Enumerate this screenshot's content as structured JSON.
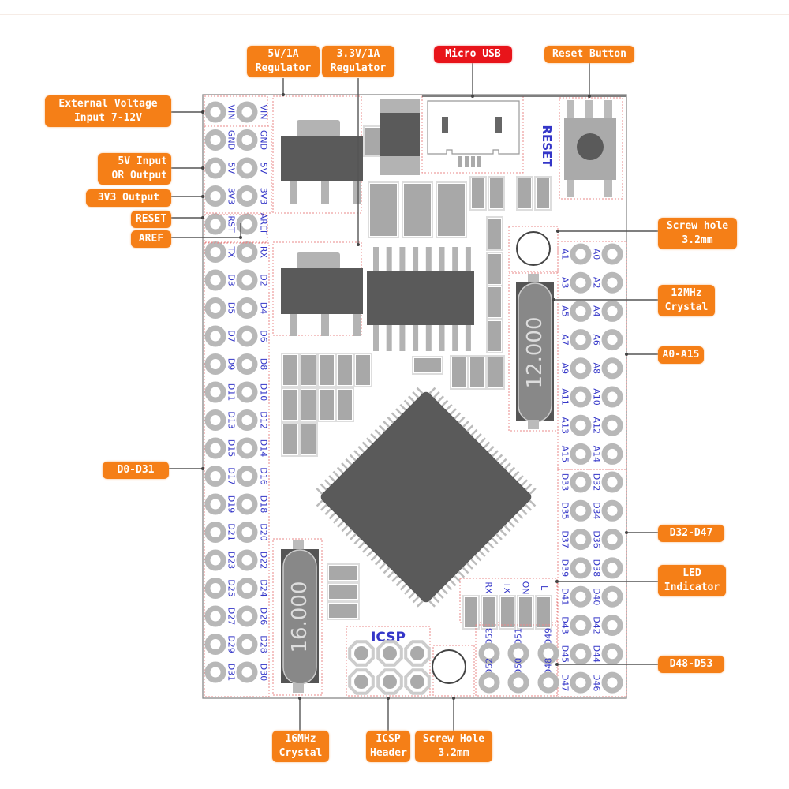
{
  "title": "Board pinout diagram",
  "colors": {
    "callout": "#f57f17",
    "callout_usb": "#e8141a",
    "pin_label": "#3436c8",
    "pad": "#b8b8b8",
    "chip_dark": "#5a5a5a",
    "component_mid": "#a8a8a8",
    "outline_dotted": "#e88a8a"
  },
  "callouts": {
    "ext_voltage": [
      "External Voltage",
      "Input 7-12V"
    ],
    "v5_io": [
      "5V Input",
      "OR Output"
    ],
    "v3v3_out": [
      "3V3 Output"
    ],
    "reset": [
      "RESET"
    ],
    "aref": [
      "AREF"
    ],
    "d0_d31": [
      "D0-D31"
    ],
    "reg_5v": [
      "5V/1A",
      "Regulator"
    ],
    "reg_3v3": [
      "3.3V/1A",
      "Regulator"
    ],
    "micro_usb": [
      "Micro USB"
    ],
    "reset_button": [
      "Reset Button"
    ],
    "screw_hole_top": [
      "Screw hole",
      "3.2mm"
    ],
    "crystal_12": [
      "12MHz",
      "Crystal"
    ],
    "a0_a15": [
      "A0-A15"
    ],
    "d32_d47": [
      "D32-D47"
    ],
    "led_indicator": [
      "LED",
      "Indicator"
    ],
    "d48_d53": [
      "D48-D53"
    ],
    "crystal_16": [
      "16MHz",
      "Crystal"
    ],
    "icsp_header": [
      "ICSP",
      "Header"
    ],
    "screw_hole_bottom": [
      "Screw Hole",
      "3.2mm"
    ]
  },
  "board_labels": {
    "reset_switch": "RESET",
    "icsp": "ICSP",
    "crystal_12": "12.000",
    "crystal_16": "16.000"
  },
  "pins": {
    "left_header_outer": [
      "VIN",
      "GND",
      "5V",
      "3V3",
      "RST",
      "TX",
      "D3",
      "D5",
      "D7",
      "D9",
      "D11",
      "D13",
      "D15",
      "D17",
      "D19",
      "D21",
      "D23",
      "D25",
      "D27",
      "D29",
      "D31"
    ],
    "left_header_inner": [
      "VIN",
      "GND",
      "5V",
      "3V3",
      "AREF",
      "RX",
      "D2",
      "D4",
      "D6",
      "D8",
      "D10",
      "D12",
      "D14",
      "D16",
      "D18",
      "D20",
      "D22",
      "D24",
      "D26",
      "D28",
      "D30"
    ],
    "right_analog_inner": [
      "A1",
      "A3",
      "A5",
      "A7",
      "A9",
      "A11",
      "A13",
      "A15"
    ],
    "right_analog_outer": [
      "A0",
      "A2",
      "A4",
      "A6",
      "A8",
      "A10",
      "A12",
      "A14"
    ],
    "right_digital_inner": [
      "D33",
      "D35",
      "D37",
      "D39",
      "D41",
      "D43",
      "D45",
      "D47"
    ],
    "right_digital_outer": [
      "D32",
      "D34",
      "D36",
      "D38",
      "D40",
      "D42",
      "D44",
      "D46"
    ],
    "bottom_top_row": [
      "D53",
      "D51",
      "D49"
    ],
    "bottom_bottom_row": [
      "D52",
      "D50",
      "D48"
    ]
  },
  "leds": [
    "RX",
    "TX",
    "ON",
    "L"
  ]
}
